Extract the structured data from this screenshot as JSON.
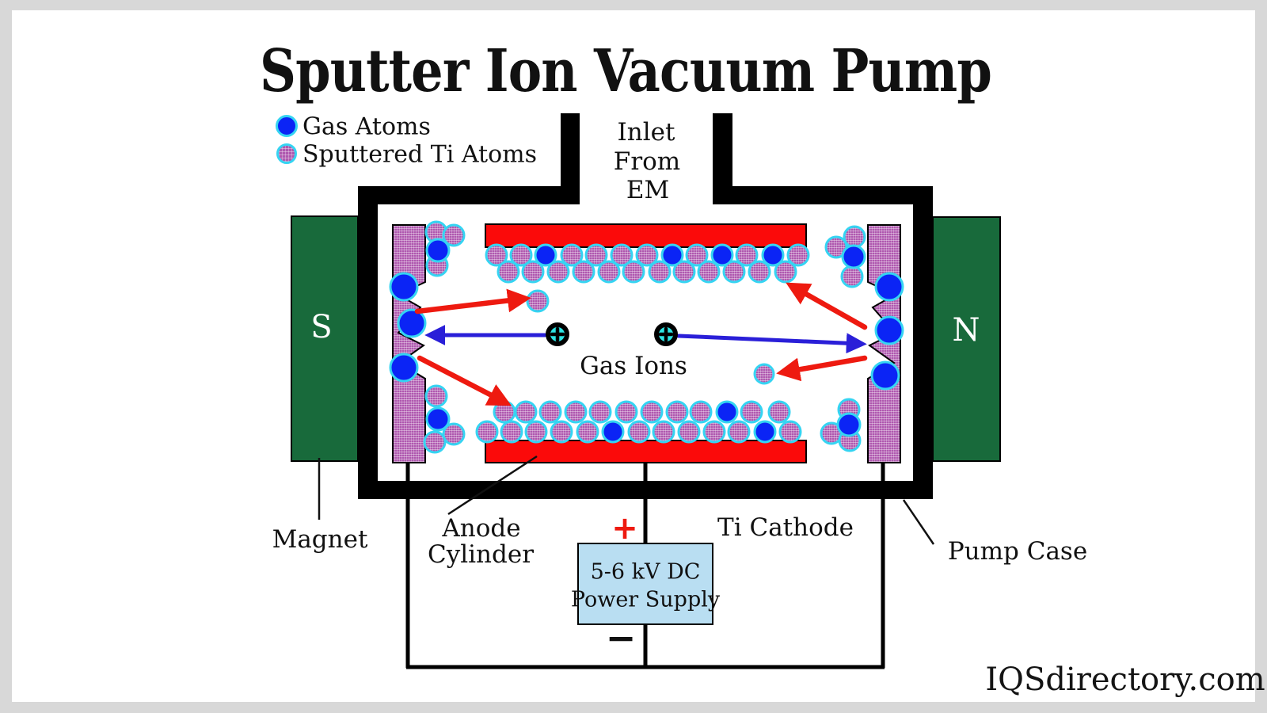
{
  "title": "Sputter Ion Vacuum Pump",
  "legend": {
    "gas_label": "Gas Atoms",
    "ti_label": "Sputtered Ti Atoms"
  },
  "inlet": {
    "line1": "Inlet",
    "line2": "From",
    "line3": "EM"
  },
  "magnets": {
    "left_pole": "S",
    "right_pole": "N"
  },
  "center_label": "Gas Ions",
  "callouts": {
    "magnet": "Magnet",
    "anode_line1": "Anode",
    "anode_line2": "Cylinder",
    "ti_cathode": "Ti Cathode",
    "pump_case": "Pump Case"
  },
  "power": {
    "line1": "5-6 kV DC",
    "line2": "Power Supply",
    "plus": "+",
    "minus": "−"
  },
  "watermark": "IQSdirectory.com",
  "colors": {
    "frame_gray": "#d8d8d8",
    "canvas_white": "#ffffff",
    "case_black": "#000000",
    "magnet_green": "#186a3b",
    "anode_red": "#fb0a0a",
    "cathode_purple": "#af58af",
    "gas_atom_blue": "#0b24f5",
    "atom_outline_cyan": "#35d4f2",
    "ion_cyan": "#2ee4e4",
    "arrow_red": "#ee1a10",
    "arrow_blue": "#2a1fd8",
    "power_box_blue": "#b9def2",
    "wire_black": "#000000",
    "text_black": "#111111"
  },
  "geo": {
    "wires": [
      [
        515,
        584,
        515,
        843
      ],
      [
        1115,
        584,
        1115,
        843
      ],
      [
        513,
        842,
        1117,
        842
      ],
      [
        815,
        584,
        815,
        687
      ],
      [
        815,
        787,
        815,
        843
      ]
    ],
    "leaders": [
      [
        403,
        578,
        403,
        656
      ],
      [
        566,
        649,
        678,
        576
      ],
      [
        1141,
        631,
        1179,
        687
      ]
    ],
    "red_arrows": [
      [
        527,
        393,
        662,
        377
      ],
      [
        530,
        452,
        638,
        508
      ],
      [
        1092,
        413,
        1000,
        361
      ],
      [
        1092,
        452,
        989,
        470
      ]
    ],
    "blue_arrows": [
      [
        688,
        423,
        544,
        423
      ],
      [
        857,
        424,
        1087,
        434
      ]
    ],
    "ions": [
      [
        704,
        422
      ],
      [
        841,
        422
      ]
    ],
    "gas_atoms": [
      [
        689,
        322,
        13
      ],
      [
        849,
        322,
        13
      ],
      [
        912,
        322,
        13
      ],
      [
        976,
        322,
        13
      ],
      [
        918,
        520,
        13
      ],
      [
        774,
        545,
        13
      ],
      [
        966,
        545,
        13
      ],
      [
        553,
        316,
        14
      ],
      [
        553,
        529,
        14
      ],
      [
        1078,
        324,
        14
      ],
      [
        1072,
        536,
        14
      ],
      [
        510,
        362,
        17
      ],
      [
        520,
        408,
        17
      ],
      [
        510,
        464,
        17
      ],
      [
        1123,
        362,
        17
      ],
      [
        1123,
        417,
        17
      ],
      [
        1118,
        474,
        17
      ]
    ],
    "ti_atoms": [
      [
        627,
        322,
        13
      ],
      [
        658,
        322,
        13
      ],
      [
        722,
        322,
        13
      ],
      [
        753,
        322,
        13
      ],
      [
        785,
        322,
        13
      ],
      [
        817,
        322,
        13
      ],
      [
        880,
        322,
        13
      ],
      [
        943,
        322,
        13
      ],
      [
        1008,
        322,
        13
      ],
      [
        642,
        343,
        13
      ],
      [
        673,
        343,
        13
      ],
      [
        705,
        343,
        13
      ],
      [
        737,
        343,
        13
      ],
      [
        769,
        343,
        13
      ],
      [
        800,
        343,
        13
      ],
      [
        833,
        343,
        13
      ],
      [
        864,
        343,
        13
      ],
      [
        895,
        343,
        13
      ],
      [
        927,
        343,
        13
      ],
      [
        959,
        343,
        13
      ],
      [
        992,
        343,
        13
      ],
      [
        637,
        520,
        13
      ],
      [
        664,
        520,
        13
      ],
      [
        695,
        520,
        13
      ],
      [
        727,
        520,
        13
      ],
      [
        758,
        520,
        13
      ],
      [
        791,
        520,
        13
      ],
      [
        823,
        520,
        13
      ],
      [
        855,
        520,
        13
      ],
      [
        885,
        520,
        13
      ],
      [
        949,
        520,
        13
      ],
      [
        984,
        520,
        13
      ],
      [
        615,
        545,
        13
      ],
      [
        646,
        545,
        13
      ],
      [
        677,
        545,
        13
      ],
      [
        709,
        545,
        13
      ],
      [
        742,
        545,
        13
      ],
      [
        807,
        545,
        13
      ],
      [
        838,
        545,
        13
      ],
      [
        870,
        545,
        13
      ],
      [
        902,
        545,
        13
      ],
      [
        933,
        545,
        13
      ],
      [
        998,
        545,
        13
      ],
      [
        551,
        293,
        13
      ],
      [
        573,
        297,
        13
      ],
      [
        552,
        335,
        13
      ],
      [
        551,
        500,
        13
      ],
      [
        573,
        548,
        13
      ],
      [
        549,
        558,
        13
      ],
      [
        1056,
        312,
        13
      ],
      [
        1079,
        299,
        13
      ],
      [
        1076,
        349,
        13
      ],
      [
        1072,
        517,
        13
      ],
      [
        1050,
        547,
        13
      ],
      [
        1073,
        556,
        13
      ],
      [
        679,
        380,
        13
      ],
      [
        965,
        472,
        12
      ]
    ]
  }
}
